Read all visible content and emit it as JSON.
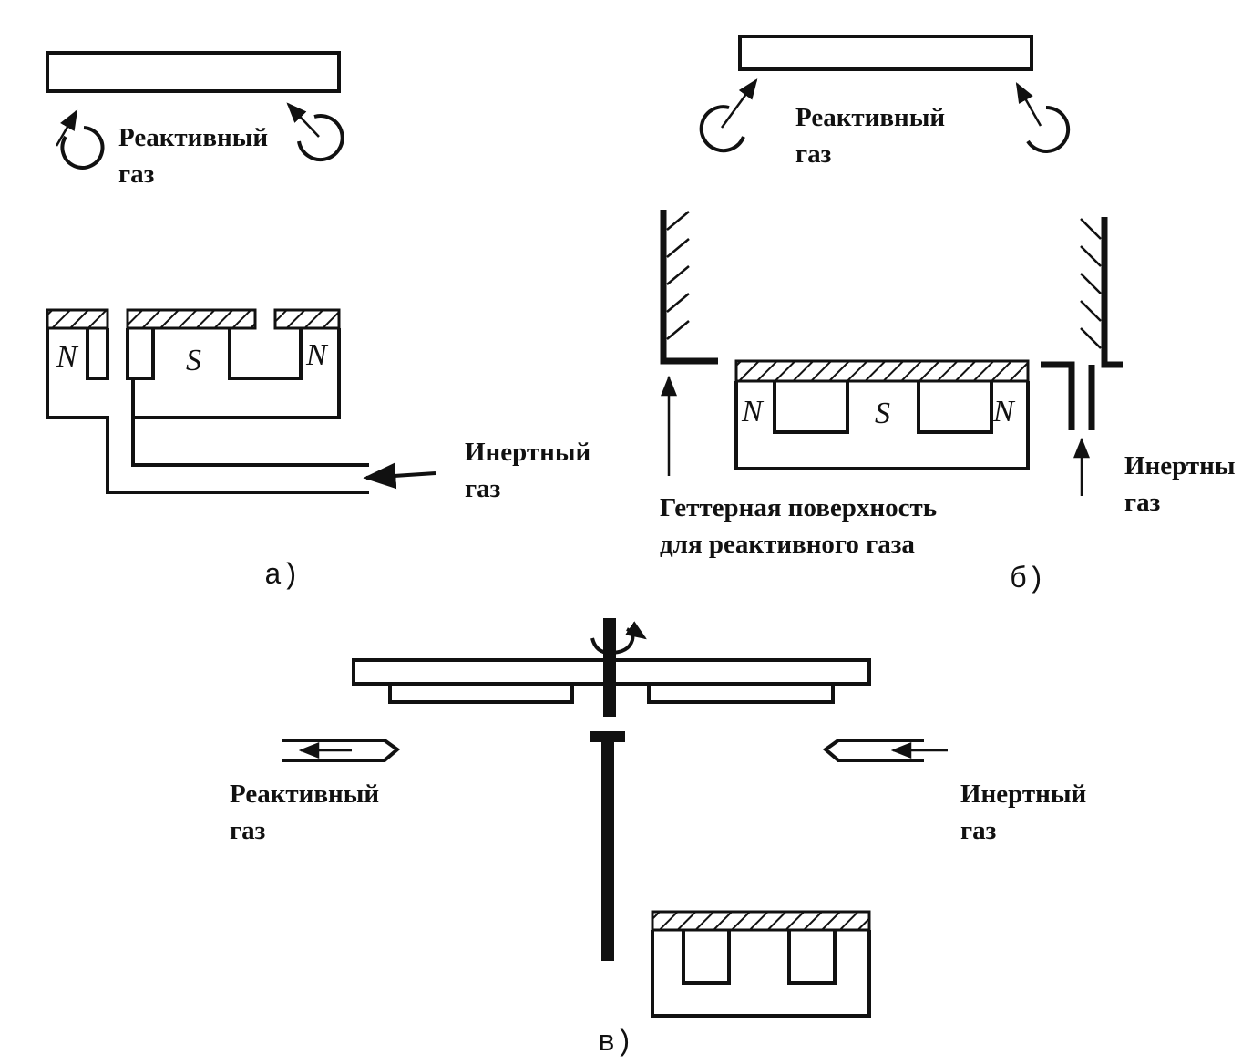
{
  "panel_a": {
    "reactive_gas": [
      "Реактивный",
      "газ"
    ],
    "inert_gas": [
      "Инертный",
      "газ"
    ],
    "poles": [
      "N",
      "S",
      "N"
    ],
    "caption": "а)"
  },
  "panel_b": {
    "reactive_gas": [
      "Реактивный",
      "газ"
    ],
    "inert_gas": [
      "Инертны",
      "газ"
    ],
    "getter": [
      "Геттерная поверхность",
      "для реактивного газа"
    ],
    "poles": [
      "N",
      "S",
      "N"
    ],
    "caption": "б)"
  },
  "panel_c": {
    "reactive_gas": [
      "Реактивный",
      "газ"
    ],
    "inert_gas": [
      "Инертный",
      "газ"
    ],
    "caption": "в)"
  }
}
